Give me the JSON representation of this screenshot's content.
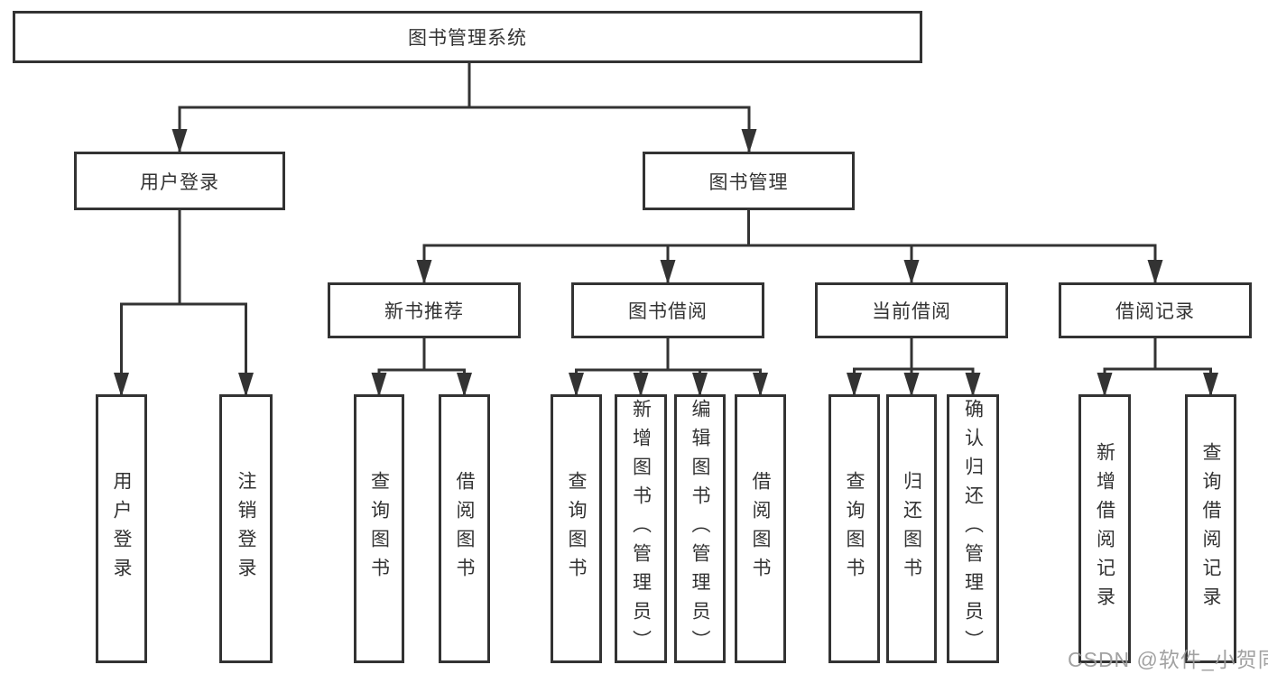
{
  "diagram": {
    "root": {
      "label": "图书管理系统"
    },
    "level2": {
      "user_login": {
        "label": "用户登录"
      },
      "book_management": {
        "label": "图书管理"
      }
    },
    "level3": {
      "new_book_recommend": {
        "label": "新书推荐"
      },
      "book_borrow": {
        "label": "图书借阅"
      },
      "current_borrow": {
        "label": "当前借阅"
      },
      "borrow_records": {
        "label": "借阅记录"
      }
    },
    "leaves": {
      "user_login": {
        "label": "用户登录"
      },
      "logout": {
        "label": "注销登录"
      },
      "recommend_query_book": {
        "label": "查询图书"
      },
      "recommend_borrow_book": {
        "label": "借阅图书"
      },
      "borrow_query_book": {
        "label": "查询图书"
      },
      "borrow_add_book": {
        "label": "新增图书（管理员）"
      },
      "borrow_edit_book": {
        "label": "编辑图书（管理员）"
      },
      "borrow_borrow_book": {
        "label": "借阅图书"
      },
      "current_query_book": {
        "label": "查询图书"
      },
      "current_return_book": {
        "label": "归还图书"
      },
      "current_confirm_return": {
        "label": "确认归还（管理员）"
      },
      "records_add_record": {
        "label": "新增借阅记录"
      },
      "records_query_record": {
        "label": "查询借阅记录"
      }
    }
  },
  "watermark": {
    "text": "CSDN @软件_小贺同学"
  },
  "colors": {
    "line": "#333333",
    "text": "#333333",
    "background": "#ffffff",
    "watermark": "#9b9b9b"
  }
}
